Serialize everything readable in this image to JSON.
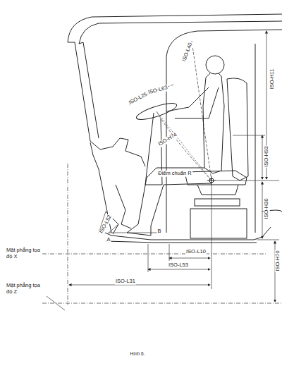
{
  "diagram": {
    "caption": "Hình 6.",
    "labels": [
      "ISO-H11",
      "ISO-L40",
      "ISO-L25",
      "ISO-L63",
      "ISO-H74",
      "ISO-H93",
      "Điểm chuẩn R",
      "ISO-H30",
      "ISO-H70",
      "ISO-L52",
      "A",
      "B",
      "ISO-L10",
      "ISO-L53",
      "ISO-L31",
      "Mặt phẳng tọa độ X",
      "Mặt phẳng tọa độ Z"
    ]
  }
}
